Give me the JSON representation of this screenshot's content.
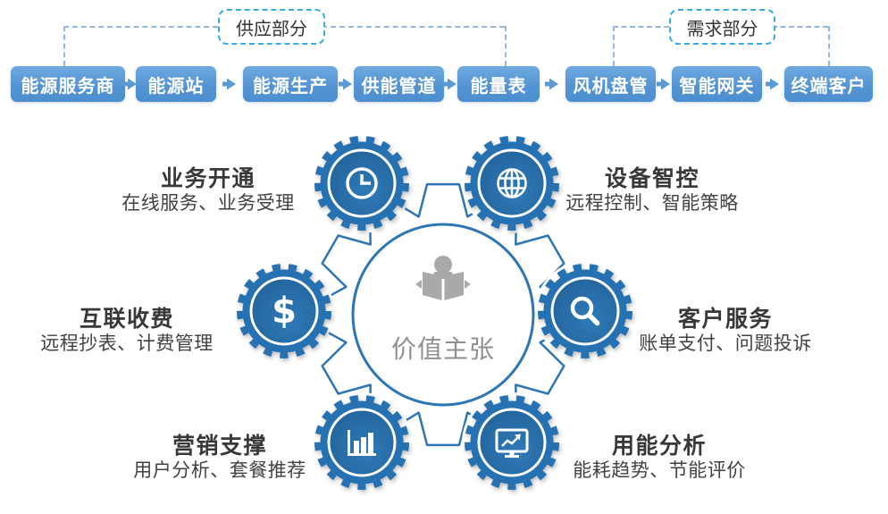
{
  "brackets": {
    "supply": {
      "label": "供应部分"
    },
    "demand": {
      "label": "需求部分"
    }
  },
  "flow": {
    "boxes": [
      {
        "label": "能源服务商"
      },
      {
        "label": "能源站"
      },
      {
        "label": "能源生产"
      },
      {
        "label": "供能管道"
      },
      {
        "label": "能量表"
      },
      {
        "label": "风机盘管"
      },
      {
        "label": "智能网关"
      },
      {
        "label": "终端客户"
      }
    ]
  },
  "center": {
    "label": "价值主张",
    "icon": "person-reading-icon"
  },
  "features": [
    {
      "icon": "clock-icon",
      "title": "业务开通",
      "subtitle": "在线服务、业务受理"
    },
    {
      "icon": "globe-icon",
      "title": "设备智控",
      "subtitle": "远程控制、智能策略"
    },
    {
      "icon": "dollar-icon",
      "title": "互联收费",
      "subtitle": "远程抄表、计费管理"
    },
    {
      "icon": "magnifier-icon",
      "title": "客户服务",
      "subtitle": "账单支付、问题投诉"
    },
    {
      "icon": "bar-chart-icon",
      "title": "营销支撑",
      "subtitle": "用户分析、套餐推荐"
    },
    {
      "icon": "monitor-chart-icon",
      "title": "用能分析",
      "subtitle": "能耗趋势、节能评价"
    }
  ],
  "icons": {
    "dollar_glyph": "$"
  },
  "colors": {
    "flow_box_blue": "#5594d4",
    "gear_blue": "#2871b2",
    "gear_inner_dark": "#1c568c",
    "outline_blue": "#2e75b6",
    "bracket_border": "#35ace4",
    "dashed_line": "#93b9e3",
    "title_text": "#383838",
    "center_gray": "#8f8f8f"
  }
}
